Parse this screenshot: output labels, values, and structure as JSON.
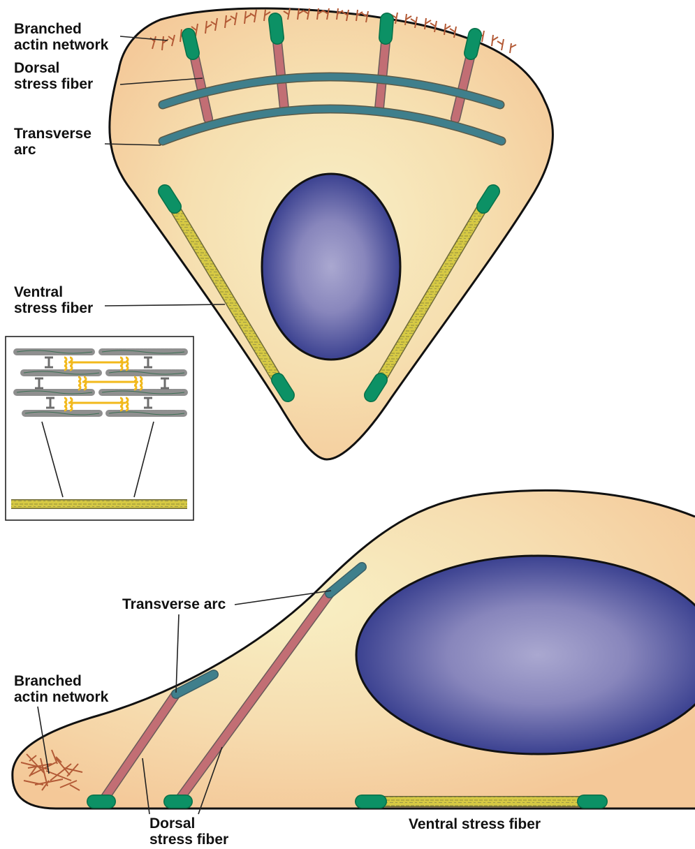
{
  "top_cell_labels": {
    "branched_line1": "Branched",
    "branched_line2": "actin network",
    "dorsal_line1": "Dorsal",
    "dorsal_line2": "stress fiber",
    "transverse_line1": "Transverse",
    "transverse_line2": "arc",
    "ventral_line1": "Ventral",
    "ventral_line2": "stress fiber"
  },
  "side_cell_labels": {
    "transverse_arc": "Transverse arc",
    "branched_line1": "Branched",
    "branched_line2": "actin network",
    "dorsal_line1": "Dorsal",
    "dorsal_line2": "stress fiber",
    "ventral": "Ventral stress fiber"
  },
  "colors": {
    "cytoplasm_edge": "#f5cfa0",
    "cytoplasm_center": "#f7ebbf",
    "nucleus_center": "#a8a6cf",
    "nucleus_edge": "#2e3586",
    "focal_adhesion": "#0c9165",
    "branched_actin": "#b35a36",
    "ventral_fiber": "#d9cd48",
    "dorsal_fiber": "#c97a80",
    "transverse_arc": "#4a7f8f",
    "myosin": "#f2c11e",
    "actin_filament": "#9a9a9a"
  }
}
